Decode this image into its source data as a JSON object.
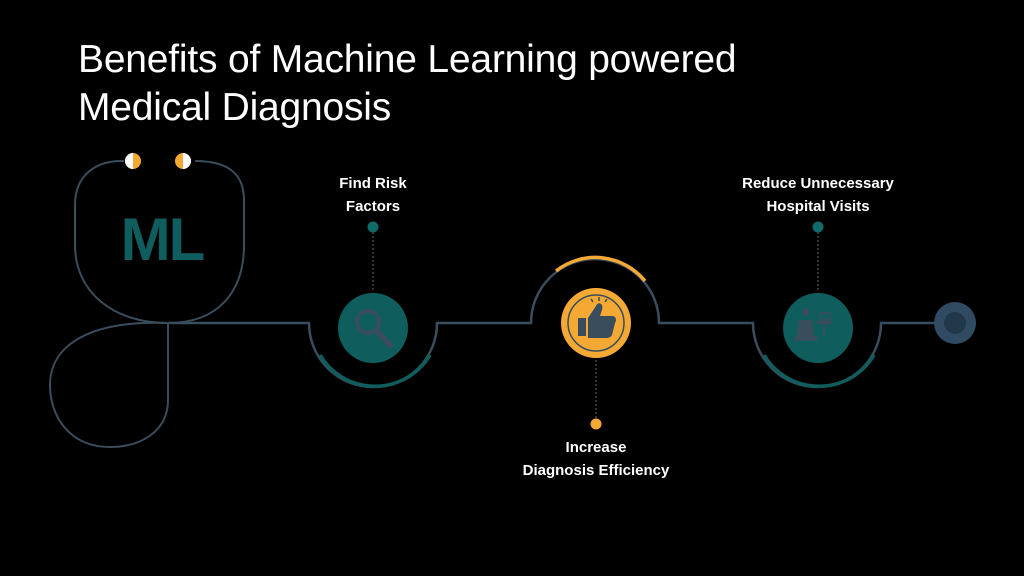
{
  "slide": {
    "title_line1": "Benefits of Machine Learning powered",
    "title_line2": "Medical Diagnosis",
    "logo_text": "ML",
    "benefits": [
      {
        "line1": "Find Risk",
        "line2": "Factors",
        "icon": "magnifier-icon"
      },
      {
        "line1": "Increase",
        "line2": "Diagnosis Efficiency",
        "icon": "thumbs-up-icon"
      },
      {
        "line1": "Reduce Unnecessary",
        "line2": "Hospital Visits",
        "icon": "patient-at-home-icon"
      }
    ]
  },
  "colors": {
    "background": "#000000",
    "line": "#3a4d5c",
    "teal": "#0f5d5d",
    "teal_dot": "#0f6b6a",
    "orange": "#f5a935",
    "end_node": "#2f4a61",
    "text": "#ffffff"
  }
}
